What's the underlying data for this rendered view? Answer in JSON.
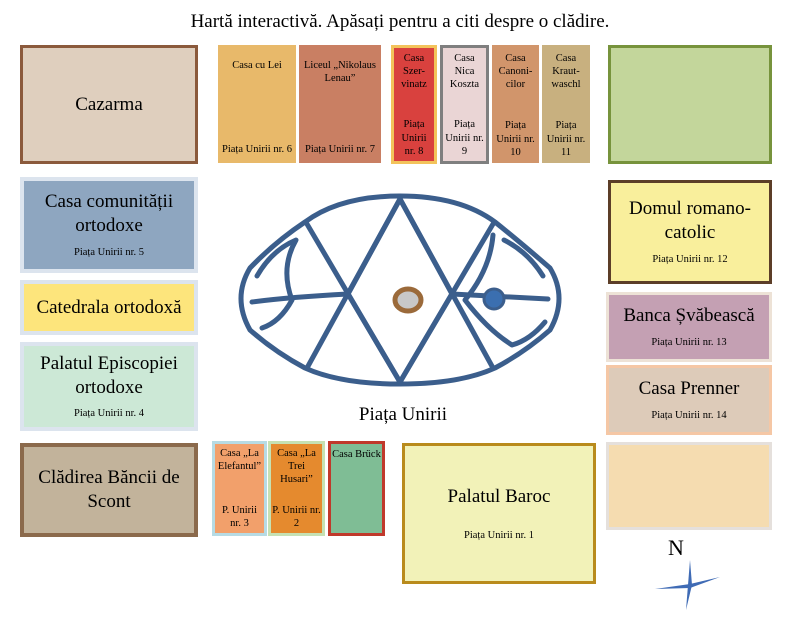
{
  "title": "Hartă interactivă. Apăsați pentru a citi despre o clădire.",
  "square_label": "Piața Unirii",
  "north": "N",
  "buildings": {
    "cazarma": {
      "name": "Cazarma",
      "color": "#dfcfbe",
      "border": "#8b5a3c"
    },
    "green": {
      "color": "#c3d69b",
      "border": "#77933c"
    },
    "casa_cu_lei": {
      "name": "Casa cu Lei",
      "address": "Piața Unirii nr. 6",
      "color": "#e8b96a"
    },
    "liceul": {
      "name": "Liceul „Nikolaus Lenau”",
      "address": "Piața Unirii nr. 7",
      "color": "#c97f63"
    },
    "szervinatz": {
      "name": "Casa Szer-vinatz",
      "address": "Piața Unirii nr. 8",
      "color": "#d9413e",
      "border": "#f3c35b"
    },
    "nica": {
      "name": "Casa Nica Koszta",
      "address": "Piața Unirii nr. 9",
      "color": "#ead5d5",
      "border": "#7f7f7f"
    },
    "canonicilor": {
      "name": "Casa Canoni-cilor",
      "address": "Piața Unirii nr. 10",
      "color": "#d1956b"
    },
    "krautwaschl": {
      "name": "Casa Kraut-waschl",
      "address": "Piața Unirii nr. 11",
      "color": "#c8b07f"
    },
    "comunitatii": {
      "name": "Casa comunității ortodoxe",
      "address": "Piața Unirii nr. 5",
      "color": "#8ea6c0",
      "border": "#dce4ee"
    },
    "catedrala": {
      "name": "Catedrala ortodoxă",
      "color": "#fde57c",
      "border": "#dce4ee"
    },
    "episcopiei": {
      "name": "Palatul Episcopiei ortodoxe",
      "address": "Piața Unirii nr. 4",
      "color": "#cce8d6",
      "border": "#dce4ee"
    },
    "domul": {
      "name": "Domul romano-catolic",
      "address": "Piața Unirii nr. 12",
      "color": "#f9ef9c",
      "border": "#5c3e28"
    },
    "banca": {
      "name": "Banca Șvăbească",
      "address": "Piața Unirii nr. 13",
      "color": "#c4a0b3",
      "border": "#ede2d6"
    },
    "prenner": {
      "name": "Casa Prenner",
      "address": "Piața Unirii nr. 14",
      "color": "#ddcbb9",
      "border": "#f5c7a5"
    },
    "peach": {
      "color": "#f5dcb0",
      "border": "#e5e0dc"
    },
    "scont": {
      "name": "Clădirea Băncii de Scont",
      "color": "#c2b39b",
      "border": "#8b6a4c"
    },
    "elefantul": {
      "name": "Casa „La Elefantul”",
      "address": "P. Unirii nr. 3",
      "color": "#f2a06b",
      "border": "#b7dbe4"
    },
    "trei_husari": {
      "name": "Casa „La Trei Husari”",
      "address": "P. Unirii nr. 2",
      "color": "#e58a2e",
      "border": "#c6e1b3"
    },
    "bruck": {
      "name": "Casa Brück",
      "color": "#7fbd95",
      "border": "#c0392b"
    },
    "baroc": {
      "name": "Palatul Baroc",
      "address": "Piața Unirii nr. 1",
      "color": "#f2f2b8",
      "border": "#b98b1c"
    }
  }
}
